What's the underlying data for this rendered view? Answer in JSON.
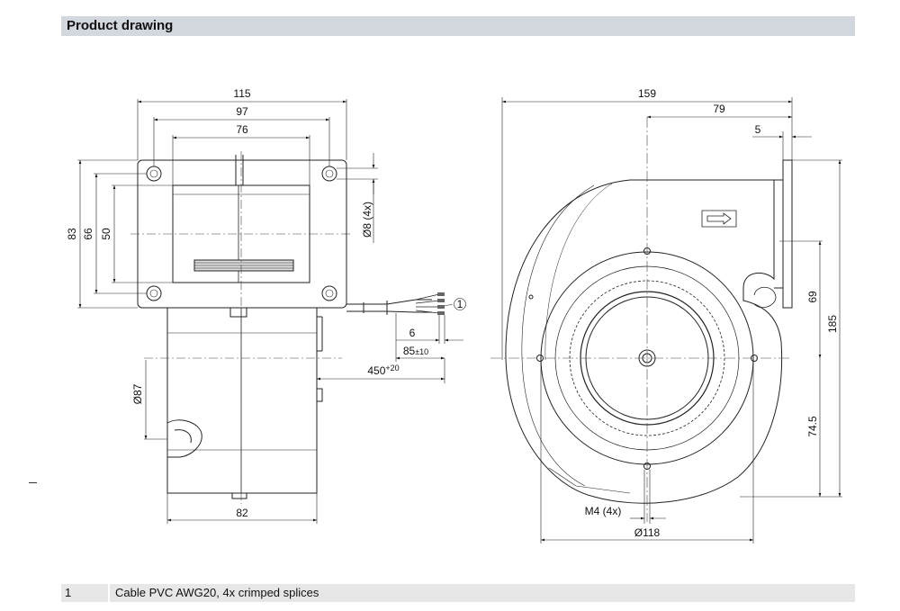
{
  "header": {
    "title": "Product drawing"
  },
  "front_view": {
    "dims": {
      "width_outer": "115",
      "width_holes": "97",
      "width_housing": "76",
      "height_outer": "83",
      "height_holes": "66",
      "height_housing": "50",
      "hole_diameter": "Ø8 (4x)",
      "motor_diameter": "Ø87",
      "motor_width": "82",
      "strip_length": "6",
      "splice_length_base": "85",
      "splice_length_tol": "±10",
      "cable_length_base": "450",
      "cable_length_tol": "+20"
    },
    "callout": "1"
  },
  "side_view": {
    "dims": {
      "total_width": "159",
      "axis_to_flange": "79",
      "flange_thickness": "5",
      "outlet_height": "69",
      "total_height": "185",
      "axis_to_bottom": "74.5",
      "thread": "M4 (4x)",
      "inlet_diameter": "Ø118"
    }
  },
  "legend": [
    {
      "number": "1",
      "text": "Cable PVC AWG20, 4x crimped splices"
    }
  ]
}
